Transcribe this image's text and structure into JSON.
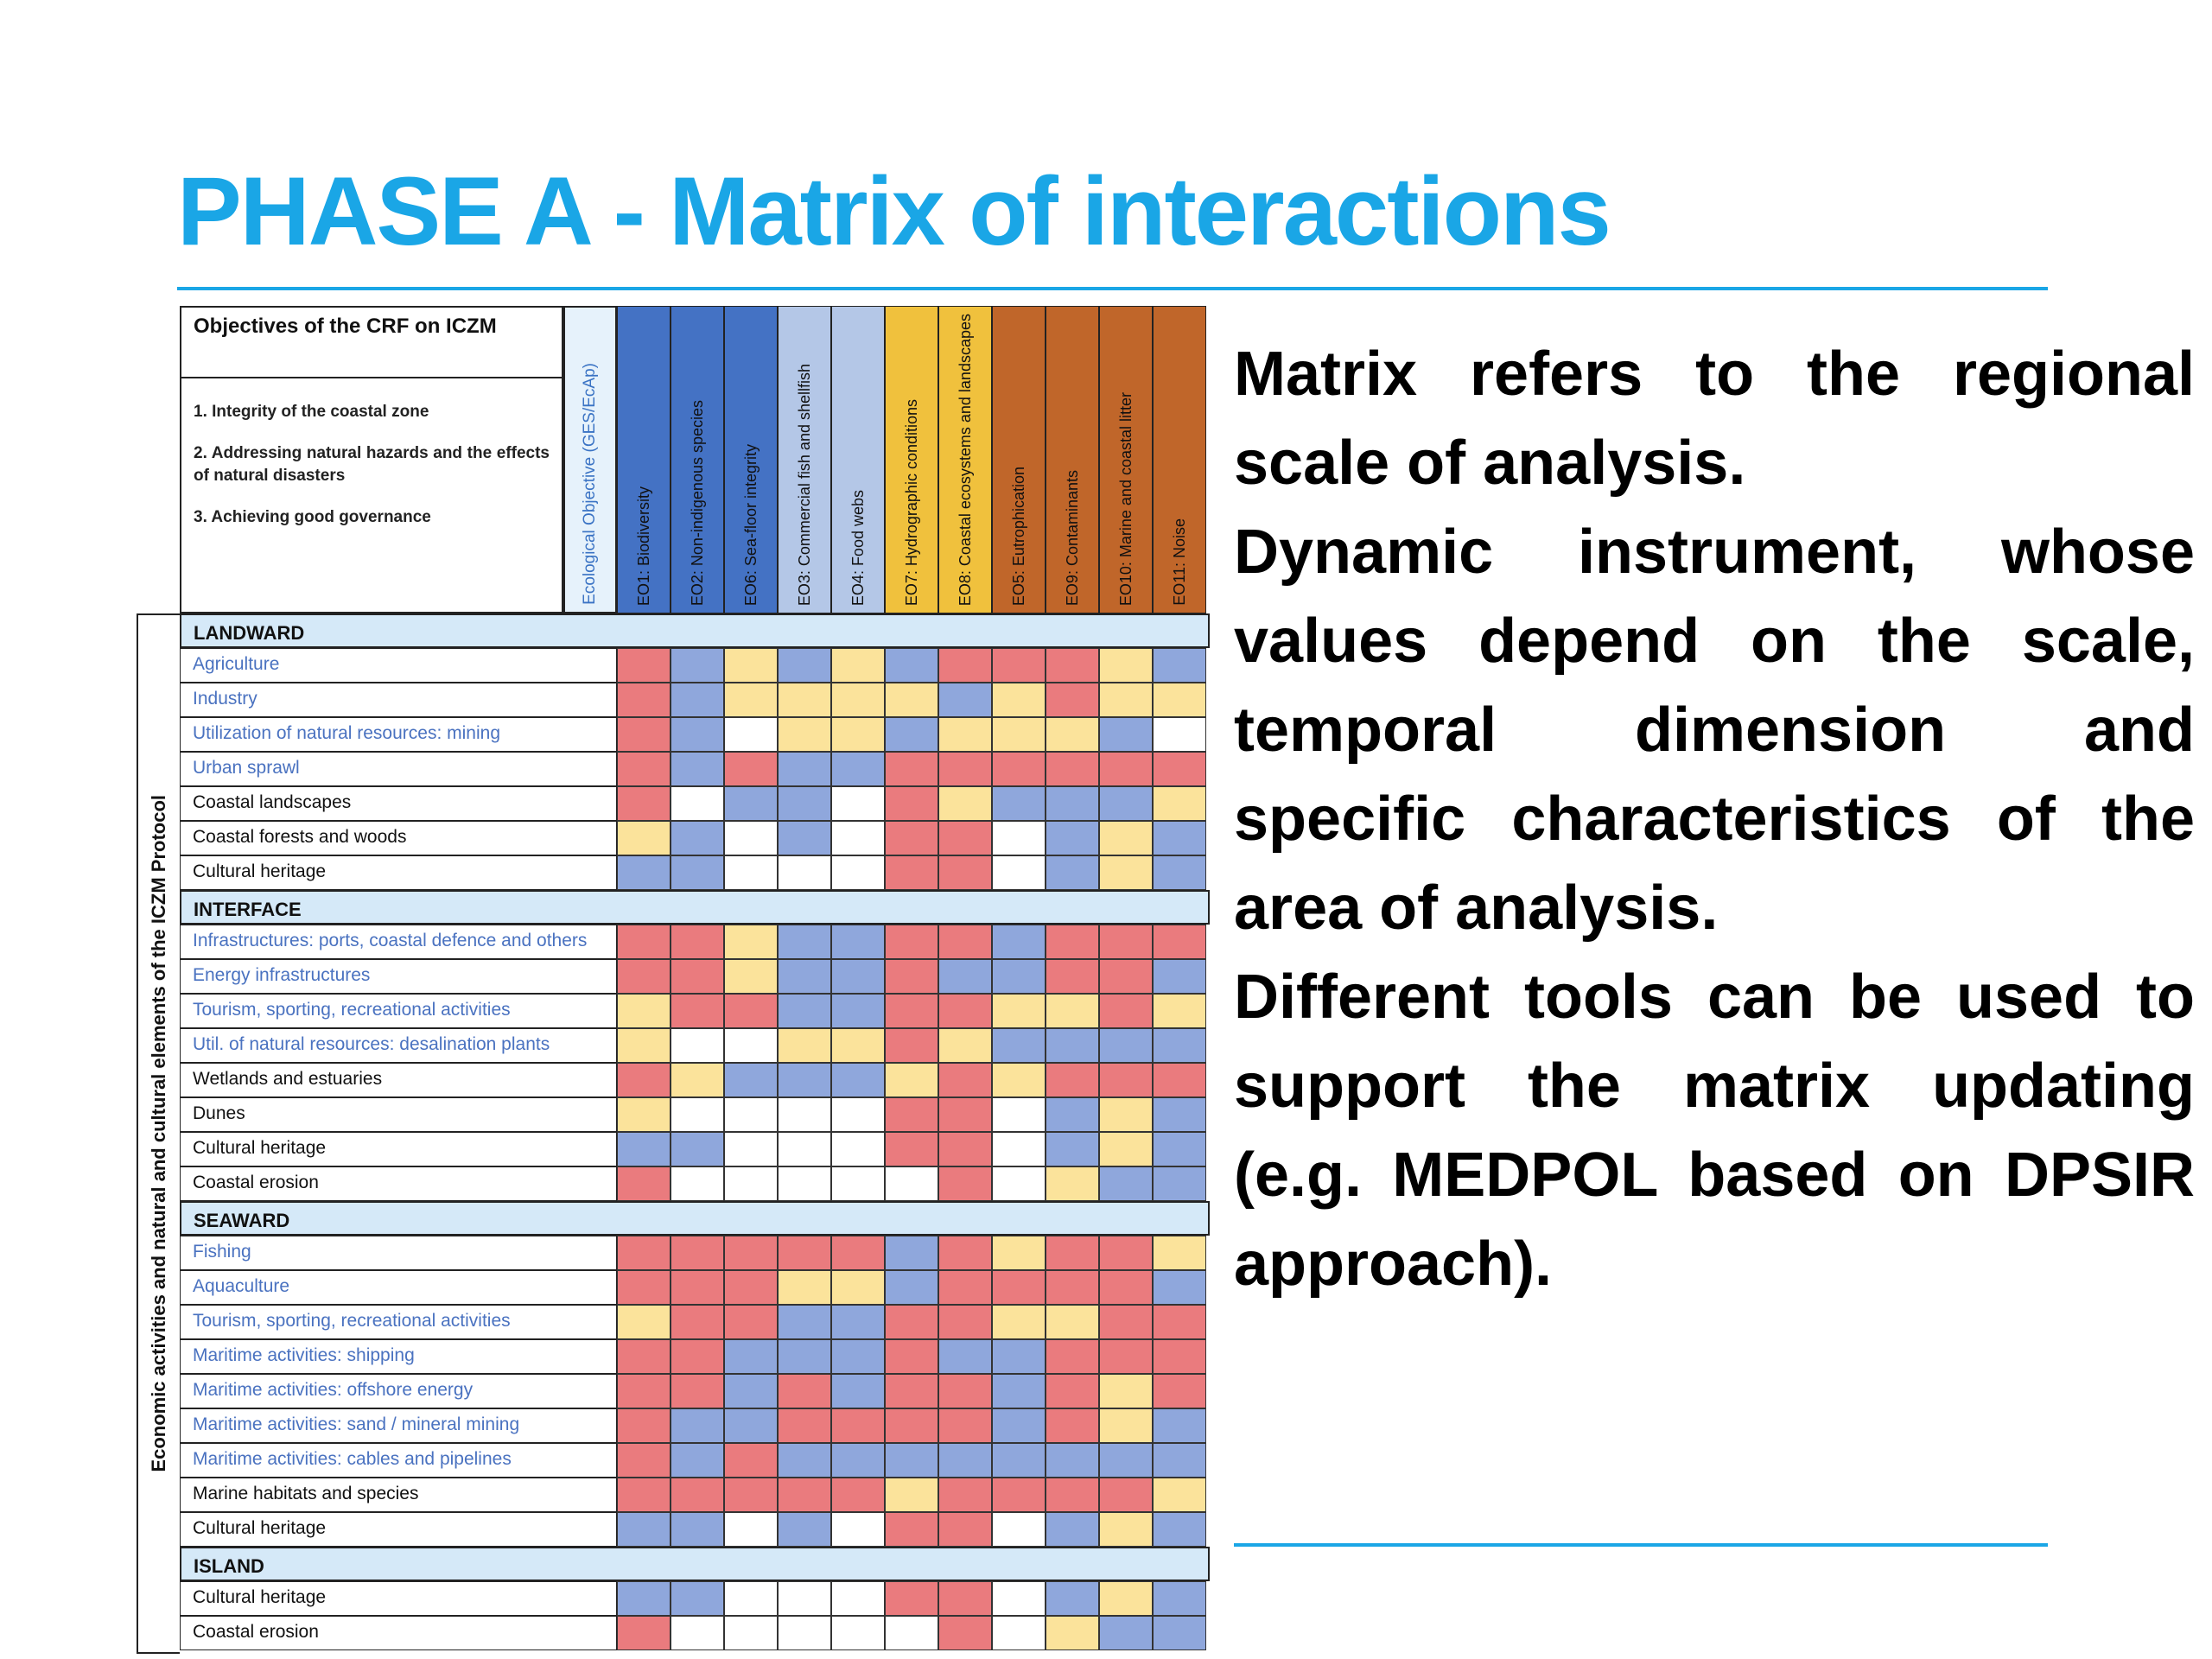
{
  "slide": {
    "title": "PHASE A - Matrix of interactions",
    "accent_color": "#1aa6e6"
  },
  "matrix": {
    "side_label": "Economic activities and natural and cultural elements of the ICZM Protocol",
    "objectives": {
      "title": "Objectives of the CRF on ICZM",
      "items": [
        "1. Integrity of the coastal zone",
        "2. Addressing natural hazards and the effects of natural disasters",
        "3. Achieving good governance"
      ]
    },
    "eo_header": "Ecological Objective (GES/EcAp)",
    "columns": [
      {
        "label": "EO1: Biodiversity",
        "color": "#4472c4"
      },
      {
        "label": "EO2: Non-indigenous species",
        "color": "#4472c4"
      },
      {
        "label": "EO6: Sea-floor integrity",
        "color": "#4472c4"
      },
      {
        "label": "EO3: Commercial fish and shellfish",
        "color": "#b4c7e7"
      },
      {
        "label": "EO4: Food webs",
        "color": "#b4c7e7"
      },
      {
        "label": "EO7: Hydrographic conditions",
        "color": "#f0c13d"
      },
      {
        "label": "EO8: Coastal ecosystems and landscapes",
        "color": "#f0c13d"
      },
      {
        "label": "EO5: Eutrophication",
        "color": "#c0662a"
      },
      {
        "label": "EO9: Contaminants",
        "color": "#c0662a"
      },
      {
        "label": "EO10: Marine and coastal litter",
        "color": "#c0662a"
      },
      {
        "label": "EO11: Noise",
        "color": "#c0662a"
      }
    ],
    "colors": {
      "R": "#ea7b7e",
      "B": "#8fa7dc",
      "Y": "#fbe39b",
      "W": "#ffffff",
      "activity_text": "#4a72c0",
      "element_text": "#111111"
    },
    "sections": [
      {
        "name": "LANDWARD",
        "rows": [
          {
            "label": "Agriculture",
            "kind": "activity",
            "cells": "RBYBYBRRRYB"
          },
          {
            "label": "Industry",
            "kind": "activity",
            "cells": "RBYYYYBYRYY"
          },
          {
            "label": "Utilization of natural resources: mining",
            "kind": "activity",
            "cells": "RBWYYBYYYBW"
          },
          {
            "label": "Urban sprawl",
            "kind": "activity",
            "cells": "RBRBBRRRRRR"
          },
          {
            "label": "Coastal landscapes",
            "kind": "element",
            "cells": "RWBBWRYBBBY"
          },
          {
            "label": "Coastal forests and woods",
            "kind": "element",
            "cells": "YBWBWRRWBYB"
          },
          {
            "label": "Cultural heritage",
            "kind": "element",
            "cells": "BBWWWRRWBYB"
          }
        ]
      },
      {
        "name": "INTERFACE",
        "rows": [
          {
            "label": "Infrastructures: ports, coastal defence and others",
            "kind": "activity",
            "cells": "RRYBBRRBRRR"
          },
          {
            "label": "Energy infrastructures",
            "kind": "activity",
            "cells": "RRYBBRBBRRB"
          },
          {
            "label": "Tourism, sporting, recreational activities",
            "kind": "activity",
            "cells": "YRRBBRRYYRY"
          },
          {
            "label": "Util. of natural resources: desalination plants",
            "kind": "activity",
            "cells": "YWWYYRYBBBB"
          },
          {
            "label": "Wetlands and estuaries",
            "kind": "element",
            "cells": "RYBBBYRYRRR"
          },
          {
            "label": "Dunes",
            "kind": "element",
            "cells": "YWWWWRRWBYB"
          },
          {
            "label": "Cultural heritage",
            "kind": "element",
            "cells": "BBWWWRRWBYB"
          },
          {
            "label": "Coastal erosion",
            "kind": "element",
            "cells": "RWWWWWRWYBB"
          }
        ]
      },
      {
        "name": "SEAWARD",
        "rows": [
          {
            "label": "Fishing",
            "kind": "activity",
            "cells": "RRRRRBRYRRY"
          },
          {
            "label": "Aquaculture",
            "kind": "activity",
            "cells": "RRRYYBRRRRB"
          },
          {
            "label": "Tourism, sporting, recreational activities",
            "kind": "activity",
            "cells": "YRRBBRRYYRR"
          },
          {
            "label": "Maritime activities: shipping",
            "kind": "activity",
            "cells": "RRBBBRBBRRR"
          },
          {
            "label": "Maritime activities: offshore energy",
            "kind": "activity",
            "cells": "RRBRBRRBRYR"
          },
          {
            "label": "Maritime activities: sand / mineral mining",
            "kind": "activity",
            "cells": "RBBRRRRBRYB"
          },
          {
            "label": "Maritime activities: cables and pipelines",
            "kind": "activity",
            "cells": "RBRBBBBBBBB"
          },
          {
            "label": "Marine habitats and species",
            "kind": "element",
            "cells": "RRRRRYRRRRY"
          },
          {
            "label": "Cultural heritage",
            "kind": "element",
            "cells": "BBWBWRRWBYB"
          }
        ]
      },
      {
        "name": "ISLAND",
        "rows": [
          {
            "label": "Cultural heritage",
            "kind": "element",
            "cells": "BBWWWRRWBYB"
          },
          {
            "label": "Coastal erosion",
            "kind": "element",
            "cells": "RWWWWWRWYBB"
          }
        ]
      }
    ]
  },
  "body_text": {
    "paragraphs": [
      "Matrix refers to the regional scale of analysis.",
      "Dynamic instrument, whose values depend on the scale, temporal dimension and specific characteristics of the area of analysis.",
      "Different tools can be used to support the matrix updating (e.g. MEDPOL based on DPSIR approach)."
    ]
  }
}
